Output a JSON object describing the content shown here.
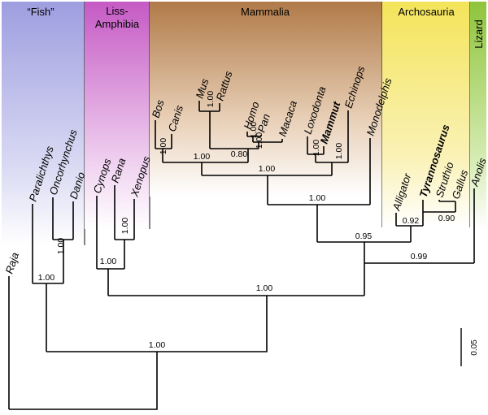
{
  "groups": {
    "fish": "“Fish”",
    "liss_line1": "Liss-",
    "liss_line2": "Amphibia",
    "mammalia": "Mammalia",
    "archosauria": "Archosauria",
    "lizard": "Lizard"
  },
  "taxa": {
    "raja": "Raja",
    "paralichthys": "Paralichthys",
    "oncorhynchus": "Oncorhynchus",
    "danio": "Danio",
    "cynops": "Cynops",
    "rana": "Rana",
    "xenopus": "Xenopus",
    "bos": "Bos",
    "canis": "Canis",
    "mus": "Mus",
    "rattus": "Rattus",
    "homo": "Homo",
    "pan": "Pan",
    "macaca": "Macaca",
    "loxodonta": "Loxodonta",
    "mammut": "Mammut",
    "echinops": "Echinops",
    "monodelphis": "Monodelphis",
    "alligator": "Alligator",
    "tyrannosaurus": "Tyrannosaurus",
    "struthio": "Struthio",
    "gallus": "Gallus",
    "anolis": "Anolis"
  },
  "support": {
    "root": "1.00",
    "teleost": "1.00",
    "onco_danio": "1.00",
    "tetrapod": "1.00",
    "amphibia": "1.00",
    "rana_xeno": "1.00",
    "amniota": "0.99",
    "sauria_mammal": "0.95",
    "mammalia": "1.00",
    "eutheria": "1.00",
    "laurasia_euarch": "1.00",
    "bos_canis": "1.00",
    "mus_rattus": "1.00",
    "euarchontoglires": "0.80",
    "homo_pan": "1.00",
    "hominidae": "1.00",
    "lox_mammut": "1.00",
    "afrotheria": "1.00",
    "archosauria": "0.92",
    "birds": "0.90"
  },
  "scale": {
    "label": "0.05"
  },
  "colors": {
    "fish": "#9e9ee0",
    "amphibia": "#c55ac5",
    "mammalia": "#b07a48",
    "archosauria": "#f4e45a",
    "lizard": "#8fc43c"
  }
}
